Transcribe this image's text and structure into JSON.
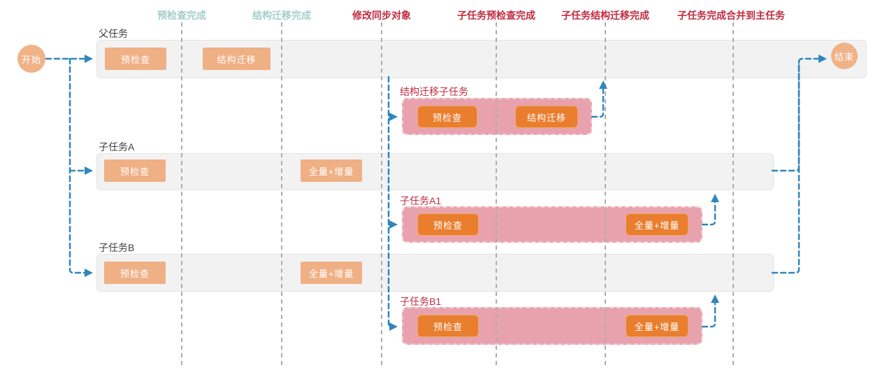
{
  "milestones": [
    {
      "label": "预检查完成",
      "color": "teal"
    },
    {
      "label": "结构迁移完成",
      "color": "teal"
    },
    {
      "label": "修改同步对象",
      "color": "red"
    },
    {
      "label": "子任务预检查完成",
      "color": "red"
    },
    {
      "label": "子任务结构迁移完成",
      "color": "red"
    },
    {
      "label": "子任务完成合并到主任务",
      "color": "red"
    }
  ],
  "start_node": {
    "label": "开始"
  },
  "end_node": {
    "label": "结束"
  },
  "lanes": [
    {
      "name": "父任务",
      "chips": [
        {
          "label": "预检查"
        },
        {
          "label": "结构迁移"
        }
      ]
    },
    {
      "name": "子任务A",
      "chips": [
        {
          "label": "预检查"
        },
        {
          "label": "全量+增量"
        }
      ]
    },
    {
      "name": "子任务B",
      "chips": [
        {
          "label": "预检查"
        },
        {
          "label": "全量+增量"
        }
      ]
    }
  ],
  "subtasks": [
    {
      "name": "结构迁移子任务",
      "chips": [
        {
          "label": "预检查"
        },
        {
          "label": "结构迁移"
        }
      ]
    },
    {
      "name": "子任务A1",
      "chips": [
        {
          "label": "预检查"
        },
        {
          "label": "全量+增量"
        }
      ]
    },
    {
      "name": "子任务B1",
      "chips": [
        {
          "label": "预检查"
        },
        {
          "label": "全量+增量"
        }
      ]
    }
  ],
  "colors": {
    "teal_text": "#a5cfca",
    "red_text": "#c22b3f",
    "light_orange": "#f0b085",
    "dark_orange": "#e97e2e",
    "pink_box": "#e8a2ad",
    "blue_connector": "#2f87bb",
    "gray_gridline": "#acacac",
    "lane_bg": "#f2f2f3"
  }
}
